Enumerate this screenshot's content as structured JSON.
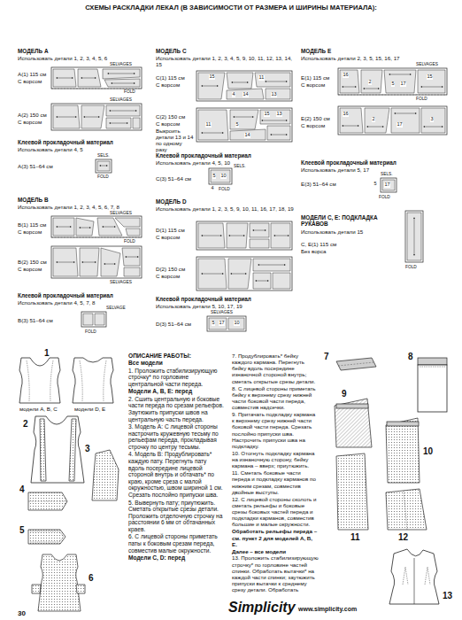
{
  "diagram": {
    "title": "СХЕМЫ РАСКЛАДКИ ЛЕКАЛ (В ЗАВИСИМОСТИ ОТ РАЗМЕРА И ШИРИНЫ МАТЕРИАЛА):",
    "labels": [
      "МОДЕЛЬ А",
      "Использовать детали 1, 2, 3, 4, 5, 6",
      "SELVAGES",
      "A(1) 115 см",
      "С ворсом",
      "FOLD",
      "SELVAGES",
      "A(2) 150 см",
      "С ворсом",
      "Клеевой прокладочный материал",
      "Использовать детали 4, 5",
      "SELS.",
      "A(3) 51–64 см",
      "FOLD",
      "МОДЕЛЬ В",
      "Использовать детали 1, 2, 3, 4, 5, 6, 7, 8",
      "SELVAGES",
      "B(1) 115 см",
      "С ворсом",
      "FOLD",
      "B(2) 150 см",
      "С ворсом",
      "SELVAGES",
      "Клеевой прокладочный материал",
      "Использовать детали 4, 5, 7, 8",
      "SELVAGE",
      "B(3) 51–64 см",
      "FOLD",
      "МОДЕЛЬ С",
      "Использовать детали 1, 2, 3, 4, 5, 9, 10, 11, 12, 13, 14, 15",
      "C(1) 115 см",
      "С ворсом",
      "15",
      "11",
      "4",
      "14",
      "13",
      "C(2) 150 см",
      "С ворсом",
      "Выкроить детали 13 и 14 по одному разу",
      "15",
      "13",
      "11",
      "5",
      "14",
      "Клеевой прокладочный материал",
      "Использовать детали 4, 5, 10",
      "SELS.",
      "C(3) 51–64 см",
      "5",
      "10",
      "4",
      "FOLD",
      "МОДЕЛЬ D",
      "Использовать детали 1, 2, 3, 5, 9, 10, 11, 16, 17, 18, 19",
      "D(1) 115 см",
      "С ворсом",
      "D(2) 150 см",
      "С ворсом",
      "Клеевой прокладочный материал",
      "Использовать детали 5, 10, 17, 19",
      "SELVAGES",
      "D(3) 51–64 см",
      "5",
      "17",
      "10",
      "МОДЕЛЬ Е",
      "Использовать детали 2, 3, 5, 15, 16, 17",
      "SELVAGES",
      "E(1) 115 см",
      "С ворсом",
      "16",
      "2",
      "5",
      "17",
      "15",
      "FOLD",
      "E(2) 150 см",
      "С ворсом",
      "16",
      "2",
      "17",
      "3",
      "Клеевой прокладочный материал",
      "Использовать детали 5, 17",
      "SELS.",
      "E(3) 51–64 см",
      "5",
      "17",
      "FOLD",
      "МОДЕЛИ С, Е: ПОДКЛАДКА РУКАВОВ",
      "Использовать детали 15",
      "C, E(1) 115 см",
      "Без ворса",
      "FOLD",
      "1",
      "модели А, В, С",
      "модели D, E",
      "2",
      "3",
      "4",
      "5",
      "6",
      "7",
      "8",
      "9",
      "10",
      "11",
      "12",
      "13",
      "ОПИСАНИЕ РАБОТЫ:",
      "Все модели",
      "1. Проложить стабилизирующую строчку* по горловине центральной части переда.",
      "Модели А, В, Е: перед",
      "2. Сшить центральную и боковые части переда по срезам рельефов. Заутюжить припуски швов на центральную часть переда.",
      "3. Модель А: С лицевой стороны настрочить кружевную тесьму по рельефам переда, прокладывая строчку по центру тесьмы.",
      "4. Модель В: Продублировать* каждую пату. Перегнуть пату вдоль посередине лицевой стороной внутрь и обтачать* по краю, кроме среза с малой окружностью, швом шириной 1 см. Срезать послойно припуски шва.",
      "5. Вывернуть пату; приутюжить. Сметать открытые срезы детали. Проложить отделочную строчку на расстоянии 6 мм от обтачанных краев.",
      "6. С лицевой стороны приметать паты к боковым срезам переда, совместив малые окружности.",
      "Модели С, D: перед",
      "7. Продублировать* бейку каждого кармана. Перегнуть бейку вдоль посередине изнаночной стороной внутрь; сметать открытые срезы детали.",
      "8. С лицевой стороны приметать бейку к верхнему срезу нижней части боковой части переда, совместив надсечки.",
      "9. Притачать подкладку кармана к верхнему срезу нижней части боковой части переда. Срезать послойно припуски шва. Настрочить припуски шва на подкладку.",
      "10. Отогнуть подкладку кармана на изнаночную сторону, бейку кармана – вверх; приутюжить.",
      "11. Сметать боковые части переда и подкладку карманов по нижним срезам, совместив двойные выступы.",
      "12. С лицевой стороны сколоть и сметать рельефы и боковые срезы боковых частей переда и подкладки карманов, совместив большие и малые окружности.",
      "Обработать рельефы переда – см. пункт 2 для моделей А, В, Е.",
      "Далее – все модели",
      "13. Проложить стабилизирующую строчку* по горловине частей спинки. Обработать вытачки* на каждой части спинки; заутюжить припуски вытачки к среднему срезу детали. Обработать",
      "30",
      "Simplicity",
      "www.simplicity.com"
    ]
  }
}
